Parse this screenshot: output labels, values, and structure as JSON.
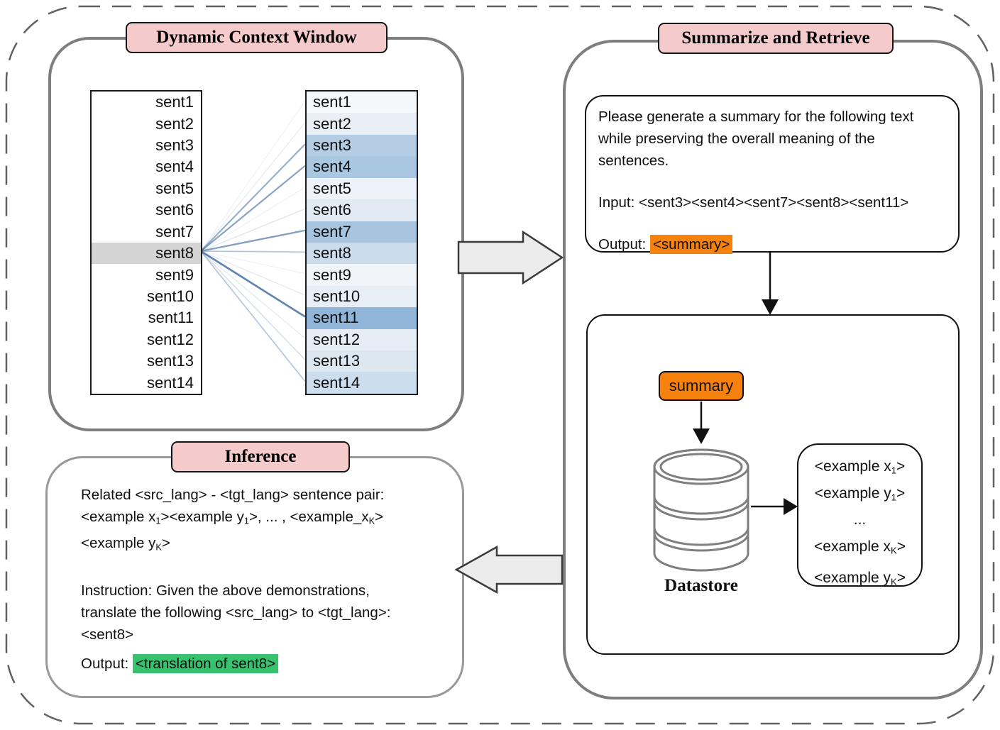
{
  "diagram": {
    "dynamic_context_window": {
      "title": "Dynamic Context Window",
      "source_sentences": [
        "sent1",
        "sent2",
        "sent3",
        "sent4",
        "sent5",
        "sent6",
        "sent7",
        "sent8",
        "sent9",
        "sent10",
        "sent11",
        "sent12",
        "sent13",
        "sent14"
      ],
      "focused_sentence": "sent8",
      "context_rows": [
        {
          "label": "sent1",
          "bg": "#f5f8fb",
          "weight": 0.05
        },
        {
          "label": "sent2",
          "bg": "#e9eff5",
          "weight": 0.12
        },
        {
          "label": "sent3",
          "bg": "#b4cde4",
          "weight": 0.5
        },
        {
          "label": "sent4",
          "bg": "#aac7e1",
          "weight": 0.55
        },
        {
          "label": "sent5",
          "bg": "#edf3f8",
          "weight": 0.08
        },
        {
          "label": "sent6",
          "bg": "#e2ebf3",
          "weight": 0.16
        },
        {
          "label": "sent7",
          "bg": "#a7c5df",
          "weight": 0.58
        },
        {
          "label": "sent8",
          "bg": "#cbdcec",
          "weight": 0.34
        },
        {
          "label": "sent9",
          "bg": "#f1f5fa",
          "weight": 0.06
        },
        {
          "label": "sent10",
          "bg": "#e7eef5",
          "weight": 0.13
        },
        {
          "label": "sent11",
          "bg": "#91b5d8",
          "weight": 0.75
        },
        {
          "label": "sent12",
          "bg": "#e6edf4",
          "weight": 0.13
        },
        {
          "label": "sent13",
          "bg": "#dce7f0",
          "weight": 0.2
        },
        {
          "label": "sent14",
          "bg": "#ccdded",
          "weight": 0.34
        }
      ]
    },
    "summarize_and_retrieve": {
      "title": "Summarize and Retrieve",
      "prompt_lines": [
        "Please generate a summary for the following text",
        "while preserving the overall meaning of the",
        "sentences."
      ],
      "input_line": "Input: <sent3><sent4><sent7><sent8><sent11>",
      "output_prefix": "Output: ",
      "output_tag": "<summary>",
      "summary_chip": "summary",
      "datastore_label": "Datastore",
      "example_lines": [
        [
          {
            "t": "<example x"
          },
          {
            "t": "1",
            "sub": true
          },
          {
            "t": ">"
          }
        ],
        [
          {
            "t": "<example y"
          },
          {
            "t": "1",
            "sub": true
          },
          {
            "t": ">"
          }
        ],
        [
          {
            "t": "..."
          }
        ],
        [
          {
            "t": "<example x"
          },
          {
            "t": "K",
            "sub": true
          },
          {
            "t": ">"
          }
        ],
        [
          {
            "t": "<example y"
          },
          {
            "t": "K",
            "sub": true
          },
          {
            "t": ">"
          }
        ]
      ]
    },
    "inference": {
      "title": "Inference",
      "para1": [
        [
          {
            "t": "Related <src_lang> - <tgt_lang> sentence pair:"
          }
        ],
        [
          {
            "t": "<example x"
          },
          {
            "t": "1",
            "sub": true
          },
          {
            "t": "><example y"
          },
          {
            "t": "1",
            "sub": true
          },
          {
            "t": ">, ... , <example_x"
          },
          {
            "t": "K",
            "sub": true
          },
          {
            "t": ">"
          }
        ],
        [
          {
            "t": "<example y"
          },
          {
            "t": "K",
            "sub": true
          },
          {
            "t": ">"
          }
        ]
      ],
      "para2": [
        "Instruction: Given the above demonstrations,",
        "translate the following <src_lang> to <tgt_lang>:",
        "<sent8>"
      ],
      "output_prefix": "Output: ",
      "output_tag": "<translation of sent8>"
    },
    "colors": {
      "title_pink": "#f5caca",
      "highlight_orange": "#f6820d",
      "highlight_green": "#38c16e",
      "focus_gray": "#d4d4d4",
      "attention_blue": "70,112,160"
    }
  }
}
